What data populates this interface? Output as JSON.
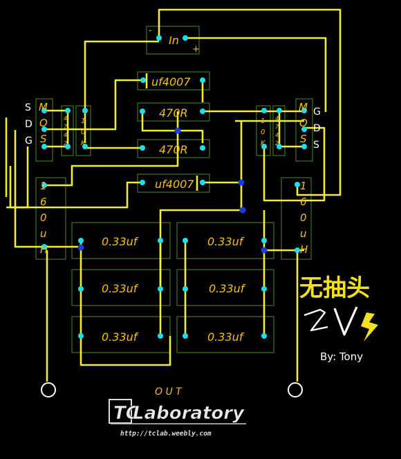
{
  "colors": {
    "background": "#000000",
    "wire": "#f2ef2e",
    "box": "#3c6b1a",
    "pad": "#19e0ee",
    "junction": "#1a3fe0",
    "label": "#f4c20d",
    "title": "#f0e020",
    "white": "#ffffff"
  },
  "input": {
    "label": "In",
    "minus": "-",
    "plus": "+"
  },
  "diodes": {
    "top": "uf4007",
    "bottom": "uf4007"
  },
  "resistors": {
    "r1": "470R",
    "r2": "470R",
    "left_10k": [
      "1",
      "0",
      "K"
    ],
    "right_10k": [
      "1",
      "0",
      "K"
    ]
  },
  "zener": {
    "left": [
      "4",
      "7",
      "4",
      "2"
    ],
    "right": [
      "4",
      "7",
      "4",
      "2"
    ]
  },
  "mosfet_left": {
    "label": [
      "M",
      "O",
      "S"
    ],
    "pins": [
      "S",
      "D",
      "G"
    ]
  },
  "mosfet_right": {
    "label": [
      "M",
      "O",
      "S"
    ],
    "pins": [
      "G",
      "D",
      "S"
    ]
  },
  "inductor_left": [
    "1",
    "6",
    "0",
    "u",
    "H"
  ],
  "inductor_right": [
    "1",
    "6",
    "0",
    "u",
    "H"
  ],
  "capacitors": [
    "0.33uf",
    "0.33uf",
    "0.33uf",
    "0.33uf",
    "0.33uf",
    "0.33uf"
  ],
  "output_label": "O U T",
  "title": "无抽头",
  "author": "By: Tony",
  "brand": {
    "name": "TCLaboratory",
    "url": "http://tclab.weebly.com"
  }
}
